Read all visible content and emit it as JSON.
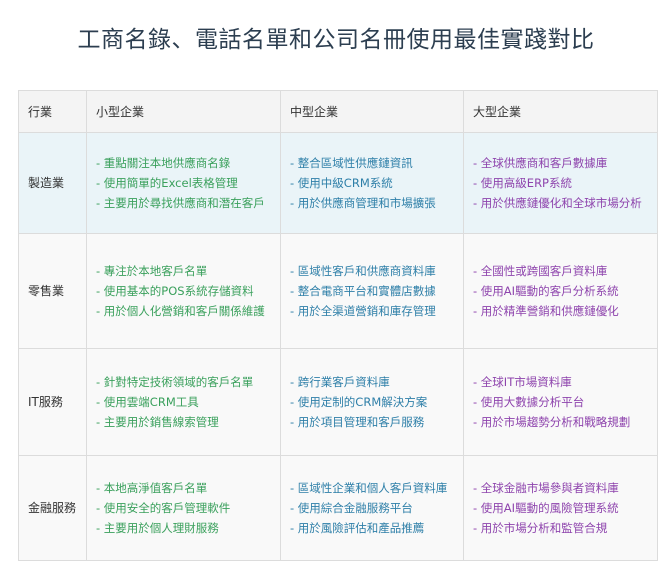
{
  "title": "工商名錄、電話名單和公司名冊使用最佳實踐對比",
  "colors": {
    "small": "#3aa05c",
    "medium": "#2e7fa8",
    "large": "#8e44ad",
    "header_bg": "#f4f4f4",
    "highlight_row_bg": "#eaf4f8",
    "row_bg": "#f9f9f9"
  },
  "table": {
    "headers": [
      "行業",
      "小型企業",
      "中型企業",
      "大型企業"
    ],
    "rows": [
      {
        "industry": "製造業",
        "small": [
          "- 重點關注本地供應商名錄",
          "- 使用簡單的Excel表格管理",
          "- 主要用於尋找供應商和潛在客戶"
        ],
        "medium": [
          "- 整合區域性供應鏈資訊",
          "- 使用中級CRM系統",
          "- 用於供應商管理和市場擴張"
        ],
        "large": [
          "- 全球供應商和客戶數據庫",
          "- 使用高級ERP系統",
          "- 用於供應鏈優化和全球市場分析"
        ]
      },
      {
        "industry": "零售業",
        "small": [
          "- 專注於本地客戶名單",
          "- 使用基本的POS系統存儲資料",
          "- 用於個人化營銷和客戶關係維護"
        ],
        "medium": [
          "- 區域性客戶和供應商資料庫",
          "- 整合電商平台和實體店數據",
          "- 用於全渠道營銷和庫存管理"
        ],
        "large": [
          "- 全國性或跨國客戶資料庫",
          "- 使用AI驅動的客戶分析系統",
          "- 用於精準營銷和供應鏈優化"
        ]
      },
      {
        "industry": "IT服務",
        "small": [
          "- 針對特定技術領域的客戶名單",
          "- 使用雲端CRM工具",
          "- 主要用於銷售線索管理"
        ],
        "medium": [
          "- 跨行業客戶資料庫",
          "- 使用定制的CRM解決方案",
          "- 用於項目管理和客戶服務"
        ],
        "large": [
          "- 全球IT市場資料庫",
          "- 使用大數據分析平台",
          "- 用於市場趨勢分析和戰略規劃"
        ]
      },
      {
        "industry": "金融服務",
        "small": [
          "- 本地高淨值客戶名單",
          "- 使用安全的客戶管理軟件",
          "- 主要用於個人理財服務"
        ],
        "medium": [
          "- 區域性企業和個人客戶資料庫",
          "- 使用綜合金融服務平台",
          "- 用於風險評估和產品推薦"
        ],
        "large": [
          "- 全球金融市場參與者資料庫",
          "- 使用AI驅動的風險管理系統",
          "- 用於市場分析和監管合規"
        ]
      }
    ]
  }
}
